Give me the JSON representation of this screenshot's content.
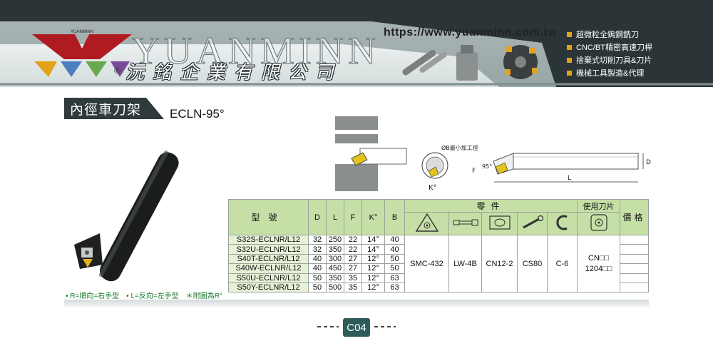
{
  "header": {
    "logo_small_text": "YUANMINN",
    "brand_en": "YUANMINN",
    "brand_cn": "沅銘企業有限公司",
    "registered_mark": "®",
    "url": "https://www.yuanminn.com.tw",
    "menu": [
      "超微粒全鎢鋼銑刀",
      "CNC/BT精密高速刀桿",
      "捨棄式切削刀具&刀片",
      "機械工具製造&代理"
    ]
  },
  "title": {
    "category": "內徑車刀架",
    "model": "ECLN-95°"
  },
  "diagram_labels": {
    "min_bore": "ØB最小加工徑",
    "k_angle": "K°",
    "d": "D",
    "f": "F",
    "l": "L",
    "angle": "95°"
  },
  "table": {
    "headers": {
      "model": "型號",
      "dims": [
        "D",
        "L",
        "F",
        "K°",
        "B"
      ],
      "parts": "零件",
      "insert": "使用刀片",
      "price": "價格"
    },
    "rows": [
      {
        "model": "S32S-ECLNR/L12",
        "D": "32",
        "L": "250",
        "F": "22",
        "K": "14°",
        "B": "40"
      },
      {
        "model": "S32U-ECLNR/L12",
        "D": "32",
        "L": "350",
        "F": "22",
        "K": "14°",
        "B": "40"
      },
      {
        "model": "S40T-ECLNR/L12",
        "D": "40",
        "L": "300",
        "F": "27",
        "K": "12°",
        "B": "50"
      },
      {
        "model": "S40W-ECLNR/L12",
        "D": "40",
        "L": "450",
        "F": "27",
        "K": "12°",
        "B": "50"
      },
      {
        "model": "S50U-ECLNR/L12",
        "D": "50",
        "L": "350",
        "F": "35",
        "K": "12°",
        "B": "63"
      },
      {
        "model": "S50Y-ECLNR/L12",
        "D": "50",
        "L": "500",
        "F": "35",
        "K": "12°",
        "B": "63"
      }
    ],
    "parts": [
      "SMC-432",
      "LW-4B",
      "CN12-2",
      "CS80",
      "C-6"
    ],
    "insert_lines": [
      "CN□□",
      "1204□□"
    ]
  },
  "note": "• R=順向=右手型　• L=反向=左手型　＊附圖為R°",
  "page": "C04",
  "colors": {
    "header_dark": "#2b3537",
    "accent": "#e3a21b",
    "table_header": "#c6dfa6",
    "table_model": "#e7f1d8",
    "page_box": "#2f5b5a",
    "note": "#1a7a2e"
  }
}
